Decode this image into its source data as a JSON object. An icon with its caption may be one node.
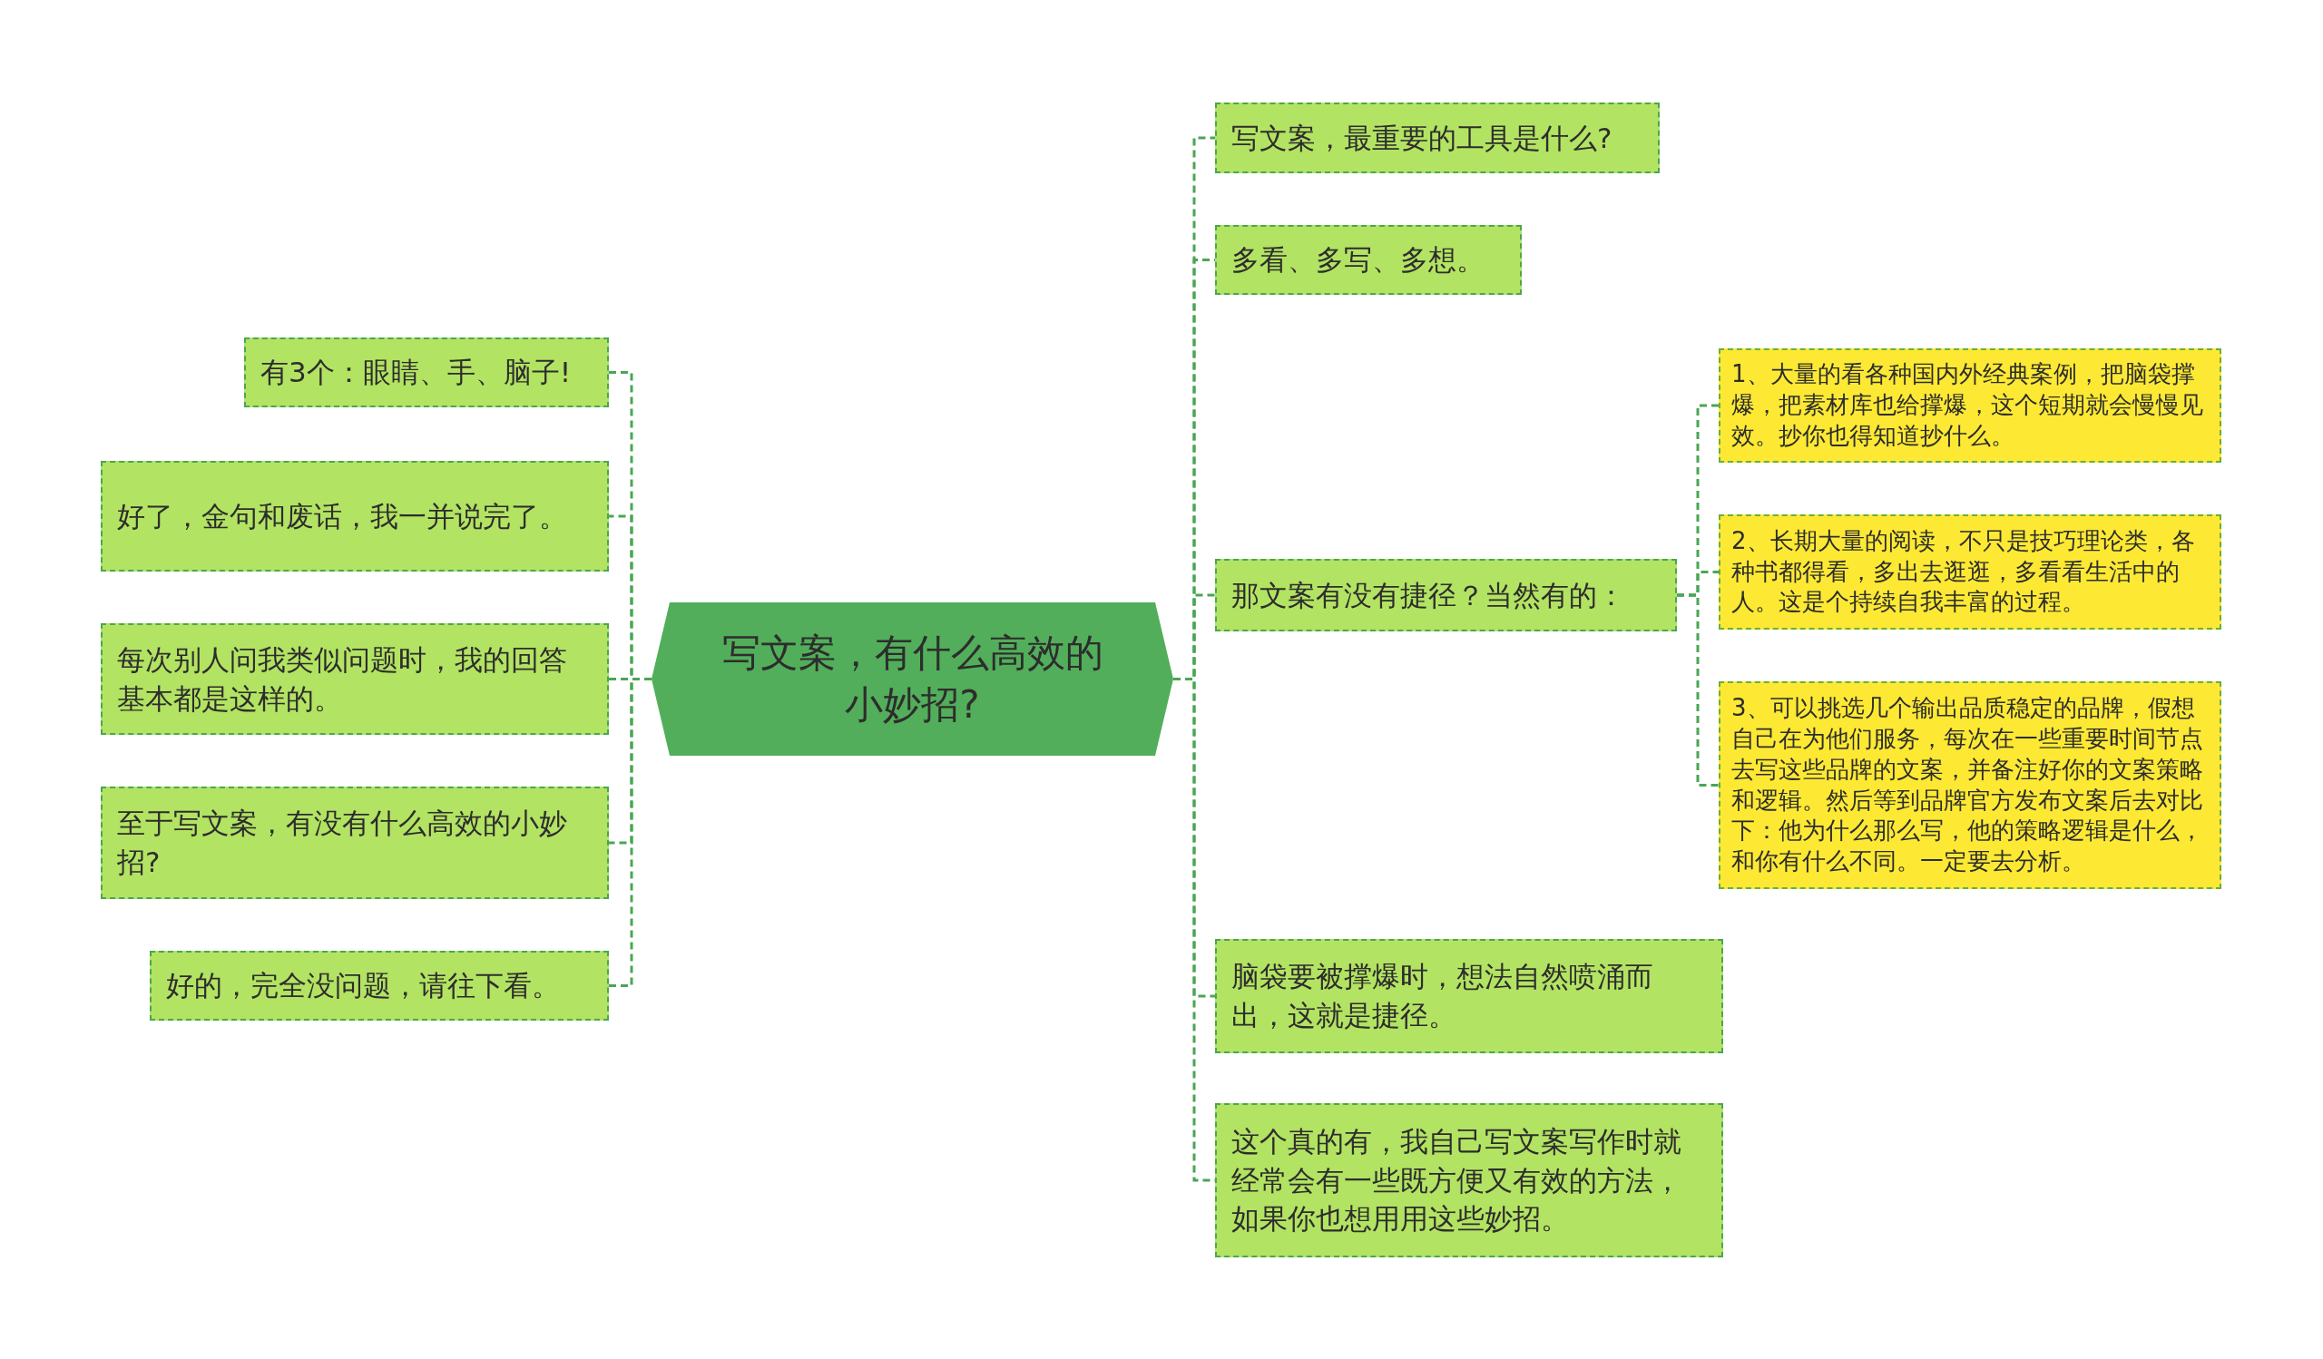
{
  "diagram": {
    "nodes": [
      {
        "text": [
          "写文案，有什么高效的小妙招?"
        ]
      },
      {
        "text": [
          "有3个：眼睛、手、脑子!"
        ]
      },
      {
        "text": [
          "好了，金句和废话，我一并说完了。"
        ]
      },
      {
        "text": [
          "每次别人问我类似问题时，我的回答基本都是这样的。"
        ]
      },
      {
        "text": [
          "至于写文案，有没有什么高效的小妙招?"
        ]
      },
      {
        "text": [
          "好的，完全没问题，请往下看。"
        ]
      },
      {
        "text": [
          "写文案，最重要的工具是什么?"
        ]
      },
      {
        "text": [
          "多看、多写、多想。"
        ]
      },
      {
        "text": [
          "那文案有没有捷径？当然有的："
        ]
      },
      {
        "text": [
          "1、大量的看各种国内外经典案例，把脑袋撑爆，把素材库也给撑爆，这个短期就会慢慢见效。抄你也得知道抄什么。"
        ]
      },
      {
        "text": [
          "2、长期大量的阅读，不只是技巧理论类，各种书都得看，多出去逛逛，多看看生活中的人。这是个持续自我丰富的过程。"
        ]
      },
      {
        "text": [
          "3、可以挑选几个输出品质稳定的品牌，假想自己在为他们服务，每次在一些重要时间节点去写这些品牌的文案，并备注好你的文案策略和逻辑。然后等到品牌官方发布文案后去对比下：他为什么那么写，他的策略逻辑是什么，和你有什么不同。一定要去分析。"
        ]
      },
      {
        "text": [
          "脑袋要被撑爆时，想法自然喷涌而出，这就是捷径。"
        ]
      },
      {
        "text": [
          "这个真的有，我自己写文案写作时就经常会有一些既方便又有效的方法，如果你也想用用这些妙招。"
        ]
      }
    ],
    "edges": [
      {
        "from": 0,
        "to": 1,
        "arrow": "none"
      },
      {
        "from": 0,
        "to": 2,
        "arrow": "none"
      },
      {
        "from": 0,
        "to": 3,
        "arrow": "none"
      },
      {
        "from": 0,
        "to": 4,
        "arrow": "none"
      },
      {
        "from": 0,
        "to": 5,
        "arrow": "none"
      },
      {
        "from": 0,
        "to": 6,
        "arrow": "none"
      },
      {
        "from": 0,
        "to": 7,
        "arrow": "none"
      },
      {
        "from": 0,
        "to": 8,
        "arrow": "none"
      },
      {
        "from": 8,
        "to": 9,
        "arrow": "none"
      },
      {
        "from": 8,
        "to": 10,
        "arrow": "none"
      },
      {
        "from": 8,
        "to": 11,
        "arrow": "none"
      },
      {
        "from": 0,
        "to": 12,
        "arrow": "none"
      },
      {
        "from": 0,
        "to": 13,
        "arrow": "none"
      }
    ]
  }
}
